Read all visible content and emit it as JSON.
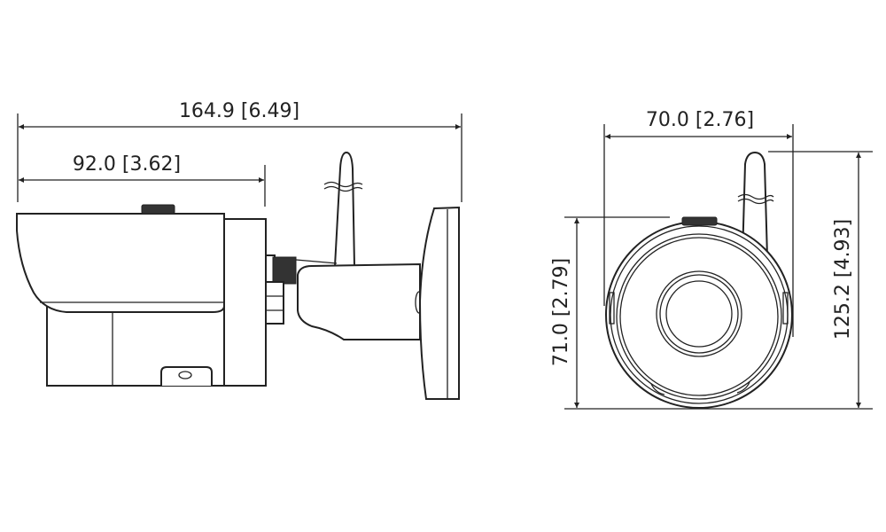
{
  "dimensions": {
    "overall_length": "164.9 [6.49]",
    "body_length": "92.0 [3.62]",
    "front_width": "70.0 [2.76]",
    "body_height": "71.0 [2.79]",
    "overall_height": "125.2 [4.93]"
  },
  "colors": {
    "line": "#222222",
    "background": "#ffffff"
  }
}
